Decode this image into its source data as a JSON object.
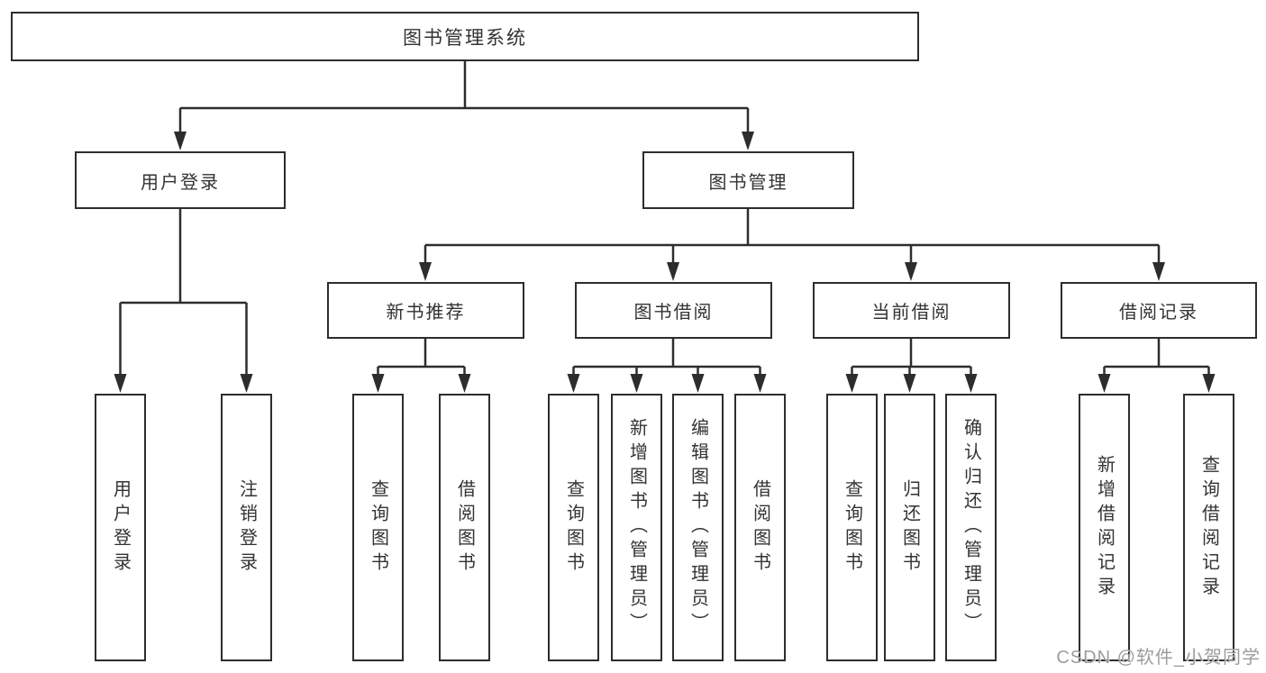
{
  "tree": {
    "root": {
      "label": "图书管理系统"
    },
    "level2": [
      {
        "label": "用户登录",
        "children": [
          "用户登录",
          "注销登录"
        ]
      },
      {
        "label": "图书管理"
      }
    ],
    "level3": [
      {
        "label": "新书推荐",
        "children": [
          "查询图书",
          "借阅图书"
        ]
      },
      {
        "label": "图书借阅",
        "children": [
          "查询图书",
          "新增图书（管理员）",
          "编辑图书（管理员）",
          "借阅图书"
        ]
      },
      {
        "label": "当前借阅",
        "children": [
          "查询图书",
          "归还图书",
          "确认归还（管理员）"
        ]
      },
      {
        "label": "借阅记录",
        "children": [
          "新增借阅记录",
          "查询借阅记录"
        ]
      }
    ]
  },
  "watermark": {
    "text": "CSDN @软件_小贺同学"
  },
  "colors": {
    "line": "#2d2d2d",
    "box_border": "#2d2d2d",
    "text": "#333333",
    "watermark": "#9c9c9c",
    "background": "#ffffff"
  }
}
